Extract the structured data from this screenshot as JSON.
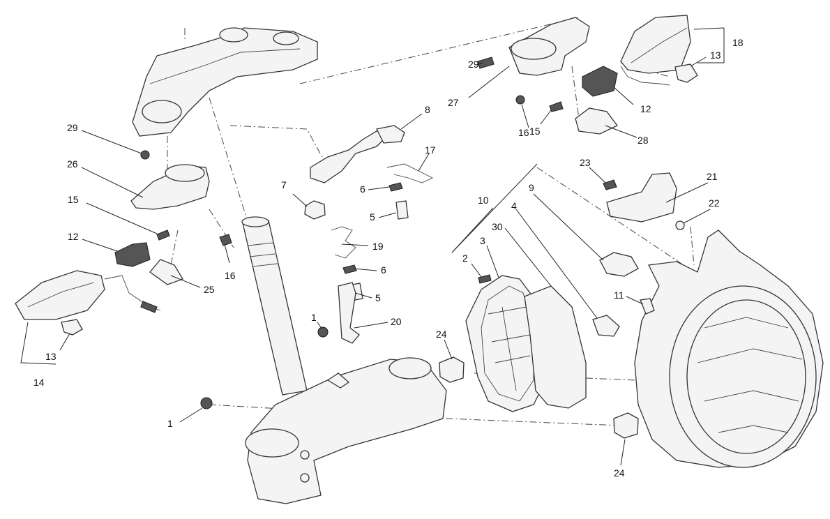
{
  "diagram": {
    "callouts": [
      "1",
      "1",
      "2",
      "3",
      "4",
      "5",
      "5",
      "6",
      "6",
      "7",
      "8",
      "9",
      "10",
      "11",
      "12",
      "12",
      "13",
      "13",
      "14",
      "15",
      "15",
      "16",
      "16",
      "17",
      "18",
      "19",
      "20",
      "21",
      "22",
      "23",
      "24",
      "24",
      "25",
      "26",
      "27",
      "28",
      "29",
      "29",
      "30"
    ]
  },
  "colors": {
    "line": "#333333",
    "fill": "#f4f4f4",
    "dark": "#555555",
    "background": "#ffffff"
  }
}
